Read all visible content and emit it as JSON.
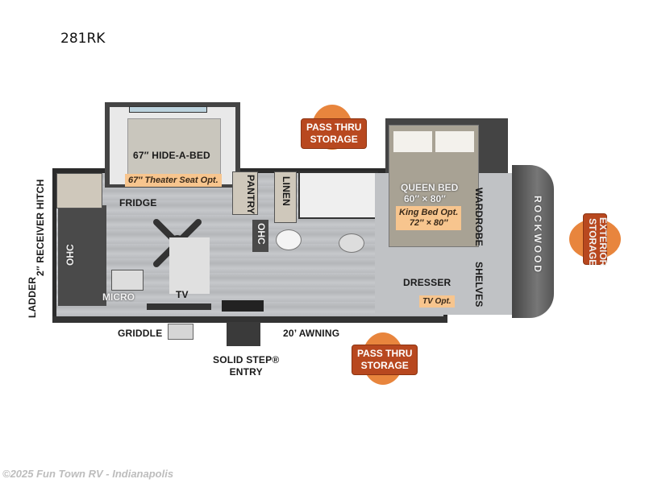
{
  "model": "281RK",
  "labels": {
    "hide_a_bed": "67″ HIDE-A-BED",
    "theater_seat_opt": "67″ Theater Seat Opt.",
    "fridge": "FRIDGE",
    "pantry": "PANTRY",
    "linen": "LINEN",
    "ohc_left": "OHC",
    "ohc_mid": "OHC",
    "micro": "MICRO",
    "tv": "TV",
    "receiver_hitch": "2″ RECEIVER HITCH",
    "ladder": "LADDER",
    "griddle": "GRIDDLE",
    "solid_step_line1": "SOLID STEP®",
    "solid_step_line2": "ENTRY",
    "awning": "20’ AWNING",
    "queen_bed_line1": "QUEEN BED",
    "queen_bed_line2": "60″ × 80″",
    "king_opt_line1": "King Bed Opt.",
    "king_opt_line2": "72″ × 80″",
    "wardrobe": "WARDROBE",
    "shelves": "SHELVES",
    "dresser": "DRESSER",
    "tv_opt": "TV Opt.",
    "brand": "ROCKWOOD"
  },
  "badges": {
    "pass_thru_top_line1": "PASS THRU",
    "pass_thru_top_line2": "STORAGE",
    "pass_thru_bottom_line1": "PASS THRU",
    "pass_thru_bottom_line2": "STORAGE",
    "exterior_line1": "EXTERIOR",
    "exterior_line2": "STORAGE"
  },
  "colors": {
    "badge": "#b8481f",
    "badge_drop": "#e8853d",
    "option_highlight": "#f7c58e",
    "wall": "#2b2b2b",
    "floor": "#c0c2c5"
  },
  "footer": "©2025 Fun Town RV - Indianapolis"
}
